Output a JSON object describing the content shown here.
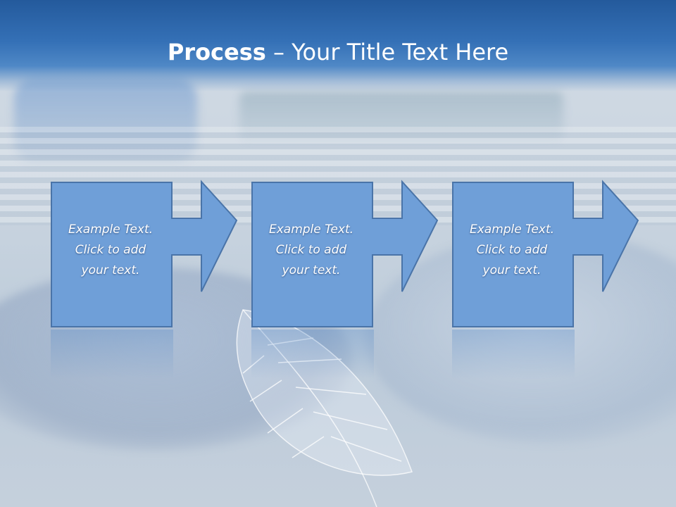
{
  "slide": {
    "title_bold": "Process",
    "title_sep": " – ",
    "title_rest": "Your Title Text Here"
  },
  "steps": [
    {
      "line1": "Example Text.",
      "line2": "Click  to add",
      "line3": "your text."
    },
    {
      "line1": "Example Text.",
      "line2": "Click  to add",
      "line3": "your text."
    },
    {
      "line1": "Example Text.",
      "line2": "Click  to add",
      "line3": "your text."
    }
  ],
  "colors": {
    "title_bar": "#3470b6",
    "box_fill": "#6f9fd8",
    "box_border": "#4a74a8",
    "text": "#ffffff"
  },
  "icons": [
    "right-arrow-icon",
    "leaf-image"
  ]
}
